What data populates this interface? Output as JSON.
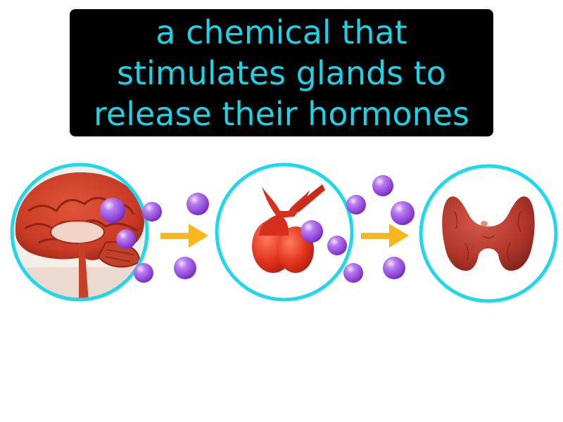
{
  "definition": {
    "lines": [
      "a chemical that",
      "stimulates glands to",
      "release their hormones"
    ]
  },
  "colors": {
    "caption_background": "#000000",
    "caption_text": "#19d3e6",
    "circle_ring": "#1fd8ec",
    "arrow": "#f6b81a",
    "hormone_sphere": "#9b4fe0",
    "organ_red": "#d8301e",
    "thyroid": "#b8362c"
  },
  "icons": [
    "brain-icon",
    "pituitary-gland-icon",
    "thyroid-gland-icon",
    "arrow-right-icon",
    "hormone-molecule-icon"
  ]
}
